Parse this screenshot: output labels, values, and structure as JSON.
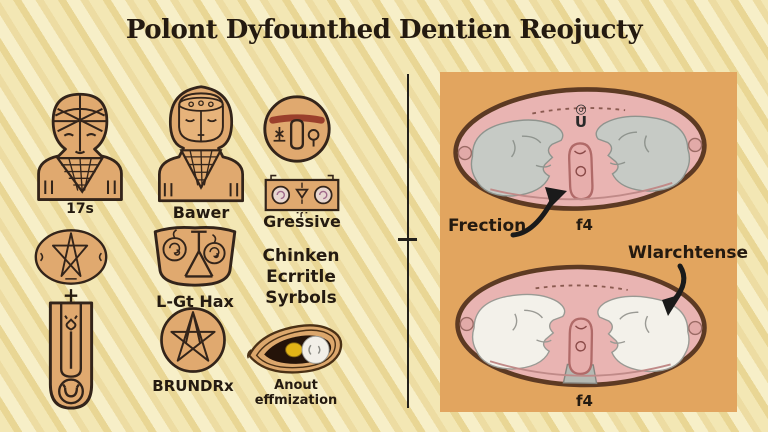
{
  "title": "Polont Dyfounthed Dentien Reojucty",
  "left_panel": {
    "figure1_label": "17s",
    "figure2_label": "Bawer",
    "rect_symbol_label": "Gressive",
    "text_block": [
      "Chinken",
      "Ecrritle",
      "Syrbols"
    ],
    "plus": "+",
    "tub_label": "L-Gt Hax",
    "star_label": "BRUNDRx",
    "eye_label": "Anout effmization"
  },
  "right_panel": {
    "top_diagram": {
      "annotation": "Frection",
      "caption": "f4",
      "center_icon": "◎",
      "center_letter": "U"
    },
    "bottom_diagram": {
      "annotation": "Wlarchtense",
      "caption": "f4"
    }
  },
  "colors": {
    "background": "#f0e2a9",
    "panel_orange": "#e2a55f",
    "symbol_fill": "#e0a96f",
    "outline_dark": "#33241a",
    "oval_pink": "#e9b4b2",
    "oval_border": "#5d3a23",
    "gray_blob": "#c6cac5",
    "white_blob": "#f3f1ea",
    "title_text": "#241a10"
  }
}
